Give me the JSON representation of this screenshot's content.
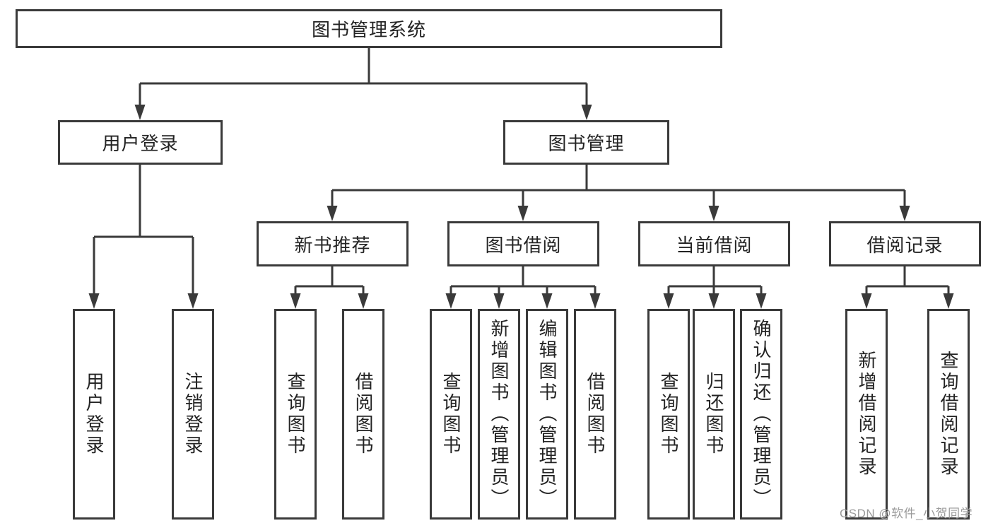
{
  "diagram_title": "图书管理系统",
  "tree": {
    "root": {
      "label": "图书管理系统"
    },
    "level2": [
      {
        "label": "用户登录"
      },
      {
        "label": "图书管理"
      }
    ],
    "level3": [
      {
        "label": "新书推荐",
        "parent": "图书管理"
      },
      {
        "label": "图书借阅",
        "parent": "图书管理"
      },
      {
        "label": "当前借阅",
        "parent": "图书管理"
      },
      {
        "label": "借阅记录",
        "parent": "图书管理"
      }
    ],
    "leaves": [
      {
        "label": "用户登录",
        "parent": "用户登录"
      },
      {
        "label": "注销登录",
        "parent": "用户登录"
      },
      {
        "label": "查询图书",
        "parent": "新书推荐"
      },
      {
        "label": "借阅图书",
        "parent": "新书推荐"
      },
      {
        "label": "查询图书",
        "parent": "图书借阅"
      },
      {
        "label": "新增图书（管理员）",
        "parent": "图书借阅"
      },
      {
        "label": "编辑图书（管理员）",
        "parent": "图书借阅"
      },
      {
        "label": "借阅图书",
        "parent": "图书借阅"
      },
      {
        "label": "查询图书",
        "parent": "当前借阅"
      },
      {
        "label": "归还图书",
        "parent": "当前借阅"
      },
      {
        "label": "确认归还（管理员）",
        "parent": "当前借阅"
      },
      {
        "label": "新增借阅记录",
        "parent": "借阅记录"
      },
      {
        "label": "查询借阅记录",
        "parent": "借阅记录"
      }
    ]
  },
  "watermark": {
    "text": "CSDN @软件_小贺同学"
  },
  "colors": {
    "line": "#3a3a3a",
    "node_border": "#3a3a3a",
    "node_text": "#232323",
    "background": "#ffffff",
    "watermark": "#9a9a9a"
  }
}
